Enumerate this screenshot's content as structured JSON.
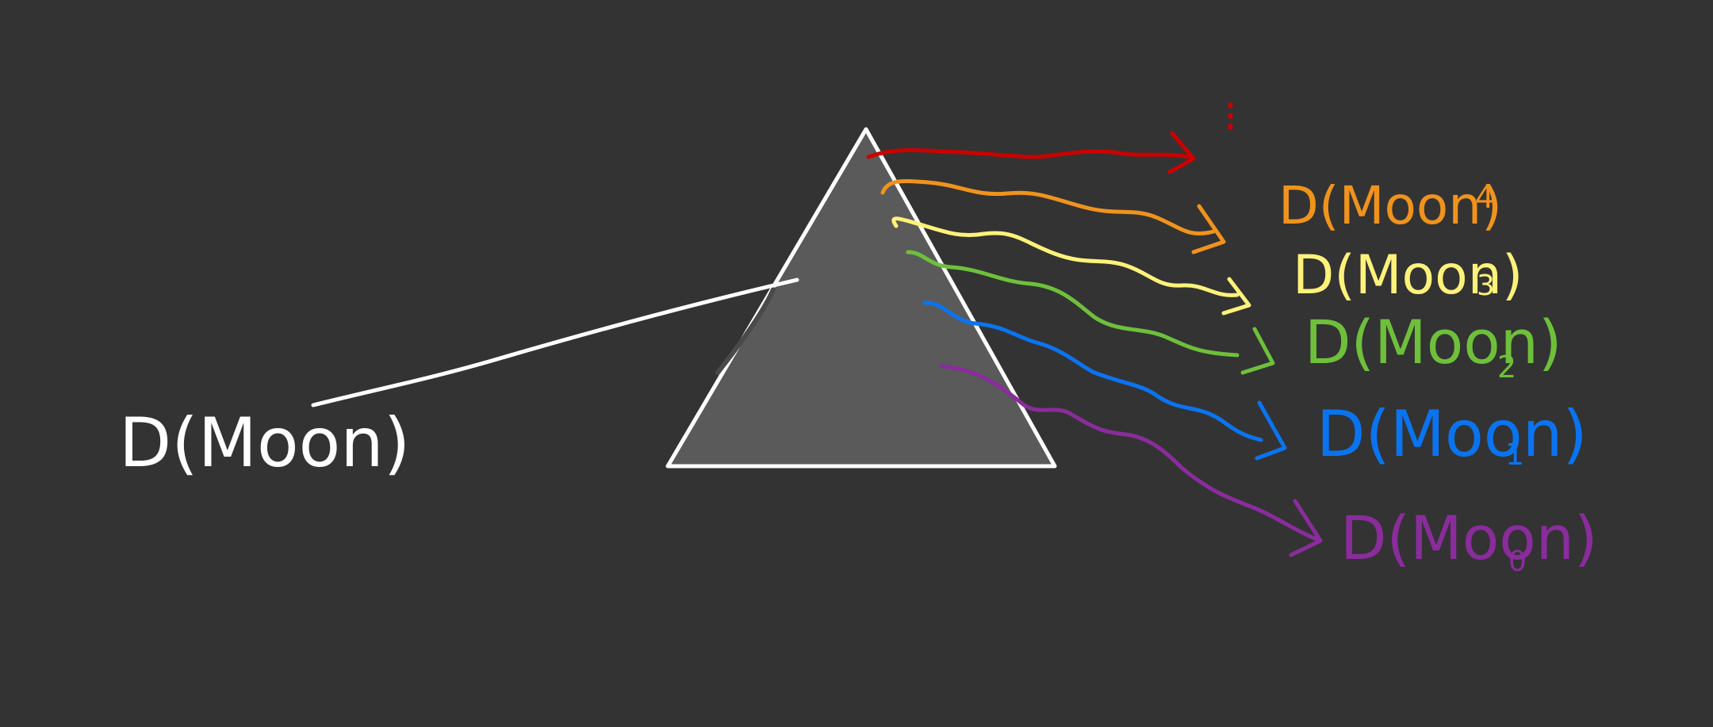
{
  "input": {
    "label": "D(Moon)",
    "color": "#ffffff"
  },
  "prism": {
    "fill": "#5a5a5a",
    "stroke": "#ffffff"
  },
  "outputs": [
    {
      "label": "",
      "sub": "",
      "color": "#cc0000"
    },
    {
      "label": "D(Moon)",
      "sub": "4",
      "color": "#f0931d"
    },
    {
      "label": "D(Moon)",
      "sub": "3",
      "color": "#fff27a"
    },
    {
      "label": "D(Moon)",
      "sub": "2",
      "color": "#6ec03b"
    },
    {
      "label": "D(Moon)",
      "sub": "1",
      "color": "#0a74f0"
    },
    {
      "label": "D(Moon)",
      "sub": "0",
      "color": "#8a2c9c"
    }
  ],
  "annotation_dots": {
    "text": "⁝",
    "color": "#cc0000"
  }
}
